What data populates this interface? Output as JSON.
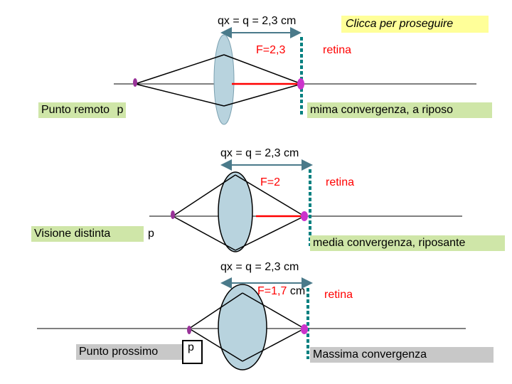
{
  "next_button": "Clicca per proseguire",
  "panels": [
    {
      "distance": "qx = q = 2,3 cm",
      "focal": "F=2,3",
      "retina": "retina",
      "point_label": "Punto remoto",
      "p": "p",
      "caption": "mima convergenza, a riposo"
    },
    {
      "distance": "qx = q = 2,3 cm",
      "focal": "F=2",
      "retina": "retina",
      "point_label": "Visione distinta",
      "p": "p",
      "caption": "media convergenza, riposante"
    },
    {
      "distance": "qx = q = 2,3 cm",
      "focal_value": "F=1,7",
      "focal_unit": "cm",
      "retina": "retina",
      "point_label": "Punto prossimo",
      "p": "p",
      "caption": "Massima convergenza"
    }
  ],
  "colors": {
    "lens_fill": "#b8d3de",
    "retina_dots": "#008080",
    "image_line": "#ff0000",
    "focus_point": "#cc33cc",
    "object_point": "#993399",
    "arrow": "#4a7a8a",
    "caption_green": "#cfe6a8",
    "caption_gray": "#c8c8c8",
    "button_yellow": "#ffff99"
  }
}
